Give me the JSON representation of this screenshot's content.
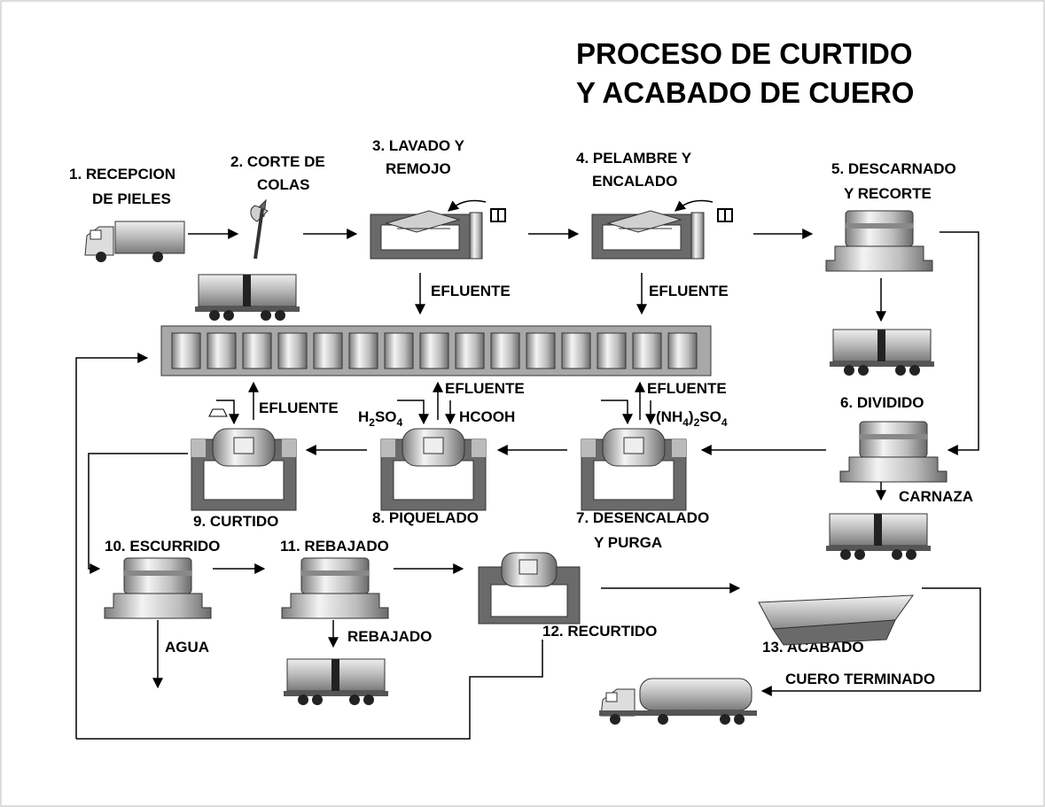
{
  "title": {
    "line1": "PROCESO DE CURTIDO",
    "line2": "Y ACABADO DE CUERO"
  },
  "steps": {
    "s1": {
      "line1": "1. RECEPCION",
      "line2": "DE PIELES"
    },
    "s2": {
      "line1": "2. CORTE DE",
      "line2": "COLAS"
    },
    "s3": {
      "line1": "3. LAVADO Y",
      "line2": "REMOJO"
    },
    "s4": {
      "line1": "4. PELAMBRE Y",
      "line2": "ENCALADO"
    },
    "s5": {
      "line1": "5. DESCARNADO",
      "line2": "Y RECORTE"
    },
    "s6": {
      "line1": "6. DIVIDIDO"
    },
    "s7": {
      "line1": "7. DESENCALADO",
      "line2": "Y PURGA"
    },
    "s8": {
      "line1": "8. PIQUELADO"
    },
    "s9": {
      "line1": "9. CURTIDO"
    },
    "s10": {
      "line1": "10. ESCURRIDO"
    },
    "s11": {
      "line1": "11. REBAJADO"
    },
    "s12": {
      "line1": "12. RECURTIDO"
    },
    "s13": {
      "line1": "13. ACABADO"
    }
  },
  "flows": {
    "efluente": "EFLUENTE",
    "carnaza": "CARNAZA",
    "agua": "AGUA",
    "rebajado": "REBAJADO",
    "cuero_terminado": "CUERO TERMINADO",
    "h2so4": {
      "a": "H",
      "b": "2",
      "c": "SO",
      "d": "4"
    },
    "hcooh": "HCOOH",
    "nh4so4": {
      "a": "(NH",
      "b": "4",
      "c": ")",
      "d": "2",
      "e": "SO",
      "f": "4"
    }
  },
  "colors": {
    "ink": "#000000",
    "machine_dark": "#5a5a5a",
    "machine_light": "#d8d8d8",
    "machine_mid": "#9a9a9a",
    "background": "#ffffff"
  }
}
